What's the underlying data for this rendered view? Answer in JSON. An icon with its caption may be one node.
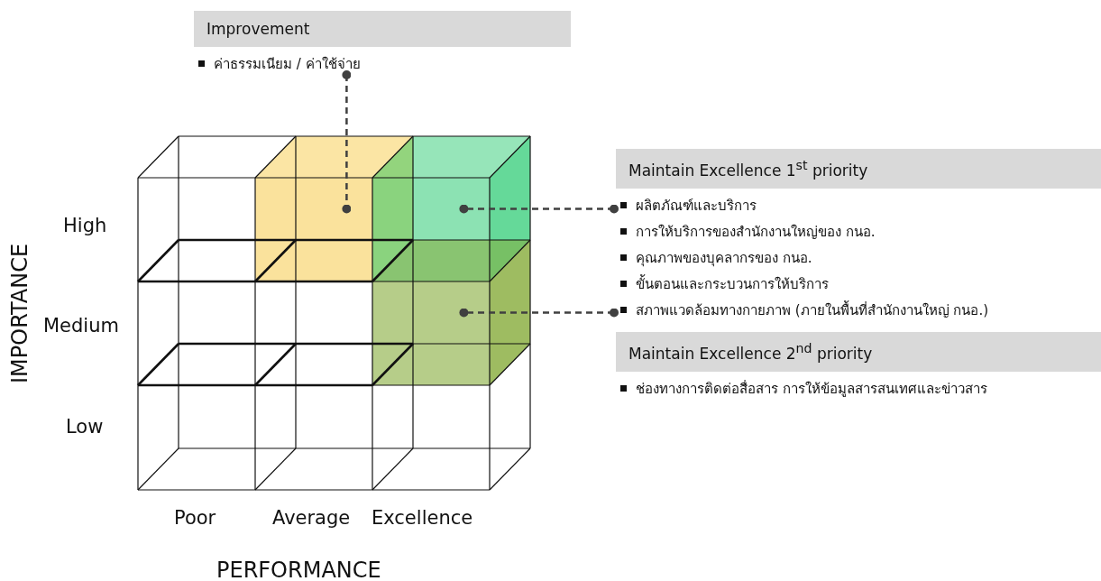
{
  "diagram": {
    "nodes": [
      {
        "text": [
          "Improvement",
          "ค่าธรรมเนียม / ค่าใช้จ่าย"
        ]
      },
      {
        "text": [
          "Maintain Excellence 1$^{st}$ priority",
          "ผลิตภัณฑ์และบริการ",
          "การให้บริการของสำนักงานใหญ่ของ กนอ.",
          "คุณภาพของบุคลากรของ กนอ.",
          "ขั้นตอนและกระบวนการให้บริการ",
          "สภาพแวดล้อมทางกายภาพ (ภายในพื้นที่สำนักงานใหญ่ กนอ.)"
        ]
      },
      {
        "text": [
          "Maintain Excellence 2$^{nd}$ priority",
          "ช่องทางการติดต่อสื่อสาร การให้ข้อมูลสารสนเทศและข่าวสาร"
        ]
      },
      {
        "text": [],
        "shape": "box"
      },
      {
        "text": [],
        "shape": "box"
      },
      {
        "text": [],
        "shape": "box"
      }
    ],
    "edges": [
      {
        "from": 0,
        "to": 3,
        "arrow": "other",
        "style": "dashed"
      },
      {
        "from": 1,
        "to": 4,
        "arrow": "other",
        "style": "dashed"
      },
      {
        "from": 2,
        "to": 5,
        "arrow": "other",
        "style": "dashed"
      }
    ],
    "labels": [
      "IMPORTANCE",
      "High",
      "Medium",
      "Low",
      "Poor",
      "Average",
      "Excellence",
      "PERFORMANCE"
    ]
  }
}
